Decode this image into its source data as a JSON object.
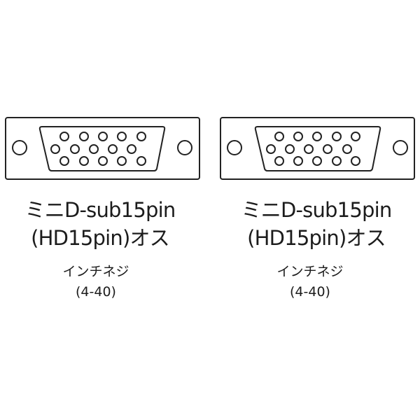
{
  "diagram": {
    "type": "cable connector end diagram",
    "stroke_color": "#222222",
    "background_color": "#ffffff",
    "connectors": [
      {
        "id": "left",
        "name_line1": "ミニD-sub15pin",
        "name_line2": "(HD15pin)オス",
        "screw_type": "インチネジ",
        "screw_spec": "(4-40)",
        "pin_count": 15,
        "pin_rows": [
          5,
          5,
          5
        ]
      },
      {
        "id": "right",
        "name_line1": "ミニD-sub15pin",
        "name_line2": "(HD15pin)オス",
        "screw_type": "インチネジ",
        "screw_spec": "(4-40)",
        "pin_count": 15,
        "pin_rows": [
          5,
          5,
          5
        ]
      }
    ]
  }
}
